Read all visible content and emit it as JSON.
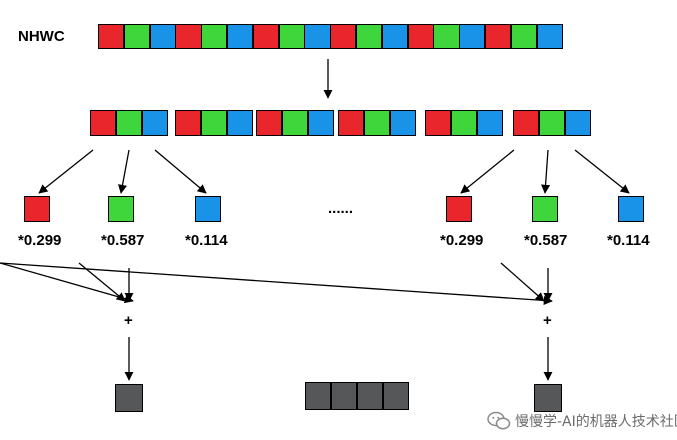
{
  "colors": {
    "red": "#e8262b",
    "green": "#3fd63b",
    "blue": "#1893e8",
    "gray": "#555759",
    "line": "#000000"
  },
  "input": {
    "label": "NHWC",
    "pixel_count": 6,
    "channels": [
      "red",
      "green",
      "blue"
    ]
  },
  "pixel_groups": {
    "count": 6,
    "channels": [
      "red",
      "green",
      "blue"
    ]
  },
  "left_branch": {
    "channels": [
      {
        "color": "red",
        "weight": "*0.299"
      },
      {
        "color": "green",
        "weight": "*0.587"
      },
      {
        "color": "blue",
        "weight": "*0.114"
      }
    ],
    "operator": "+",
    "output_color": "gray"
  },
  "right_branch": {
    "channels": [
      {
        "color": "red",
        "weight": "*0.299"
      },
      {
        "color": "green",
        "weight": "*0.587"
      },
      {
        "color": "blue",
        "weight": "*0.114"
      }
    ],
    "operator": "+",
    "output_color": "gray"
  },
  "ellipsis": "......",
  "output_strip": {
    "cell_count": 4,
    "color": "gray"
  },
  "watermark": {
    "icon": "wechat-icon",
    "text": "慢慢学-AI的机器人技术社区"
  }
}
